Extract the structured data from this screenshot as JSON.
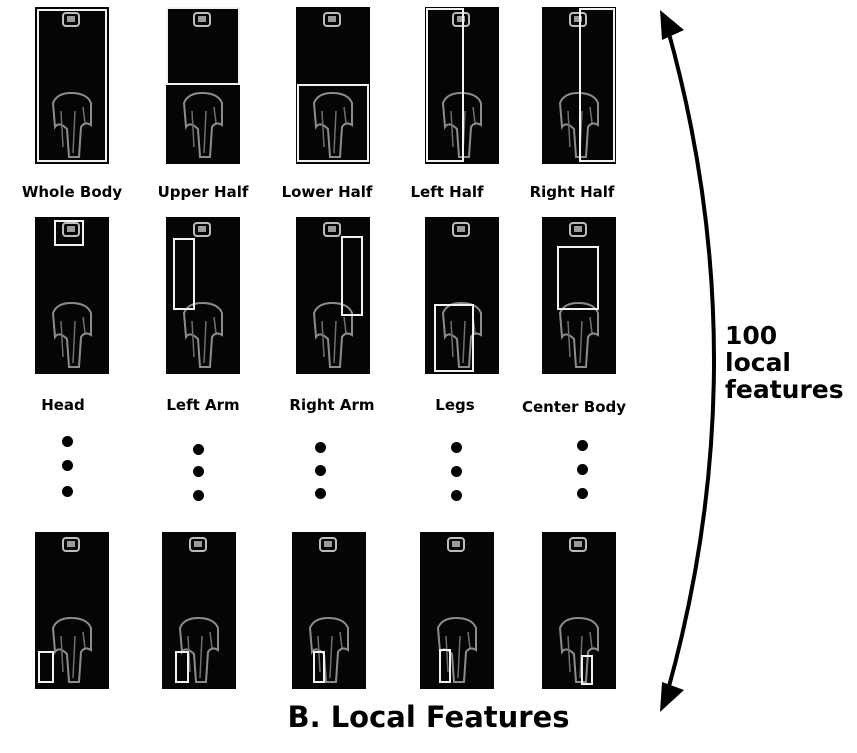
{
  "row1_labels": [
    "Whole Body",
    "Upper Half",
    "Lower Half",
    "Left Half",
    "Right Half"
  ],
  "row2_labels": [
    "Head",
    "Left Arm",
    "Right Arm",
    "Legs",
    "Center Body"
  ],
  "side_label": "100\nlocal\nfeatures",
  "section_title": "B. Local Features",
  "colors": {
    "background": "#ffffff",
    "thumbnail": "#050505",
    "highlight_box": "#f2f2f2",
    "arrow": "#000000"
  }
}
